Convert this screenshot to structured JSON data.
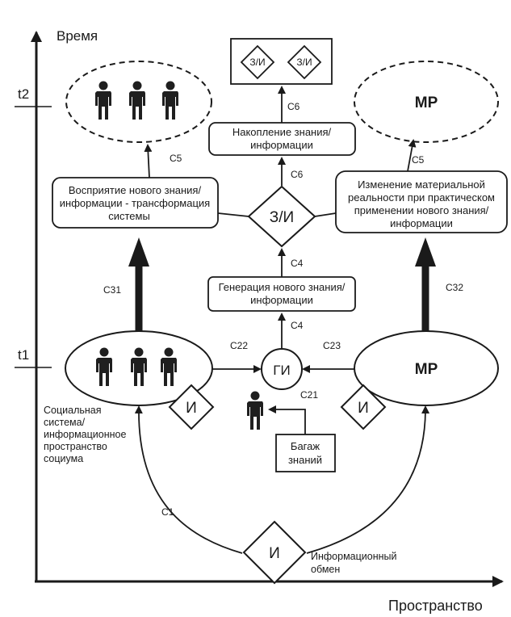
{
  "axes": {
    "y_label": "Время",
    "x_label": "Пространство",
    "t1": "t1",
    "t2": "t2"
  },
  "nodes": {
    "top_box_left": "З/И",
    "top_box_right": "З/И",
    "accumulation": [
      "Накопление знания/",
      "информации"
    ],
    "mr_top": "МР",
    "mr_bottom": "МР",
    "perception": [
      "Восприятие нового знания/",
      "информации - трансформация",
      "системы"
    ],
    "change": [
      "Изменение материальной",
      "реальности при практическом",
      "применении нового знания/",
      "информации"
    ],
    "center_diamond": "З/И",
    "generation": [
      "Генерация нового знания/",
      "информации"
    ],
    "gi": "ГИ",
    "left_diamond": "И",
    "right_diamond": "И",
    "bottom_diamond": "И",
    "baggage": [
      "Багаж",
      "знаний"
    ],
    "social_system": [
      "Социальная",
      "система/",
      "информационное",
      "пространство",
      "социума"
    ],
    "info_exchange": [
      "Информационный",
      "обмен"
    ]
  },
  "connections": {
    "c6_top": "С6",
    "c6_mid": "С6",
    "c5_left": "С5",
    "c5_right": "С5",
    "c4_top": "С4",
    "c4_bottom": "С4",
    "c31": "С31",
    "c32": "С32",
    "c22": "С22",
    "c23": "С23",
    "c21": "С21",
    "c1": "С1"
  },
  "colors": {
    "line": "#1a1a1a",
    "thin_line": "#9a9a9a",
    "person": "#1f1f1f"
  }
}
